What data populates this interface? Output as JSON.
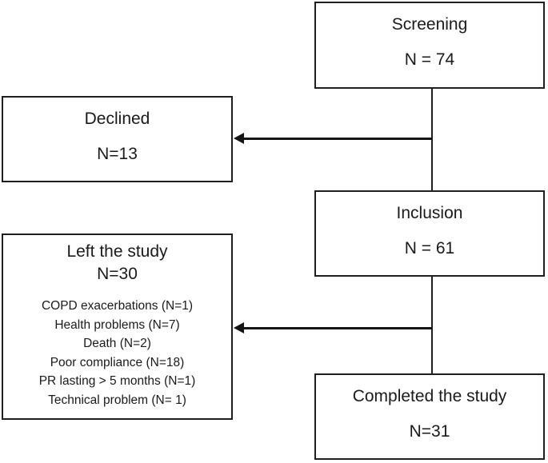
{
  "boxes": {
    "screening": {
      "title": "Screening",
      "n": "N = 74"
    },
    "declined": {
      "title": "Declined",
      "n": "N=13"
    },
    "inclusion": {
      "title": "Inclusion",
      "n": "N = 61"
    },
    "left_study": {
      "title": "Left the study",
      "n": "N=30",
      "reasons": [
        "COPD exacerbations (N=1)",
        "Health problems (N=7)",
        "Death (N=2)",
        "Poor compliance (N=18)",
        "PR lasting > 5 months (N=1)",
        "Technical problem (N= 1)"
      ]
    },
    "completed": {
      "title": "Completed the study",
      "n": "N=31"
    }
  },
  "colors": {
    "line": "#1f1f1f",
    "text": "#1a1a1a",
    "background": "#ffffff"
  }
}
